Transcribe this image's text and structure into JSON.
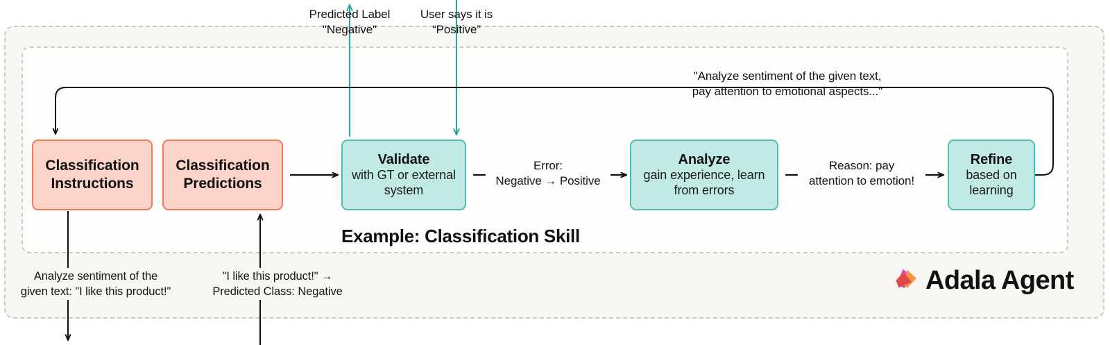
{
  "diagram": {
    "frame_label": "Example: Classification Skill",
    "colors": {
      "pink_fill": "#FBD3C9",
      "pink_border": "#F4785A",
      "teal_fill": "#C2EAE4",
      "teal_border": "#4EBFB2",
      "teal_arrow": "#2AA79B",
      "wire": "#111111",
      "frame_dash": "#CDCAC0",
      "outer_bg": "#F7F6F3"
    },
    "nodes": [
      {
        "id": "classification-instructions",
        "kind": "pink",
        "title": "Classification",
        "title2": "Instructions",
        "sub": ""
      },
      {
        "id": "classification-predictions",
        "kind": "pink",
        "title": "Classification",
        "title2": "Predictions",
        "sub": ""
      },
      {
        "id": "validate",
        "kind": "teal",
        "title": "Validate",
        "sub": "with GT or\nexternal system"
      },
      {
        "id": "analyze",
        "kind": "teal",
        "title": "Analyze",
        "sub": "gain experience,\nlearn from errors"
      },
      {
        "id": "refine",
        "kind": "teal",
        "title": "Refine",
        "sub": "based on\nlearning"
      }
    ],
    "edge_labels": {
      "predicted_label": "Predicted Label\n\"Negative\"",
      "user_says": "User says it is\n“Positive”",
      "feedback_prompt": "\"Analyze sentiment of the given text,\npay attention to emotional aspects...\"",
      "error": "Error:\nNegative → Positive",
      "reason": "Reason: pay\nattention to emotion!",
      "instructions_example": "Analyze sentiment of the\ngiven text: \"I like this product!\"",
      "predictions_example": "\"I like this product!\" →\nPredicted Class: Negative"
    }
  },
  "brand": {
    "name": "Adala Agent",
    "logo_colors": [
      "#D155C9",
      "#E0484A",
      "#F79348"
    ]
  }
}
